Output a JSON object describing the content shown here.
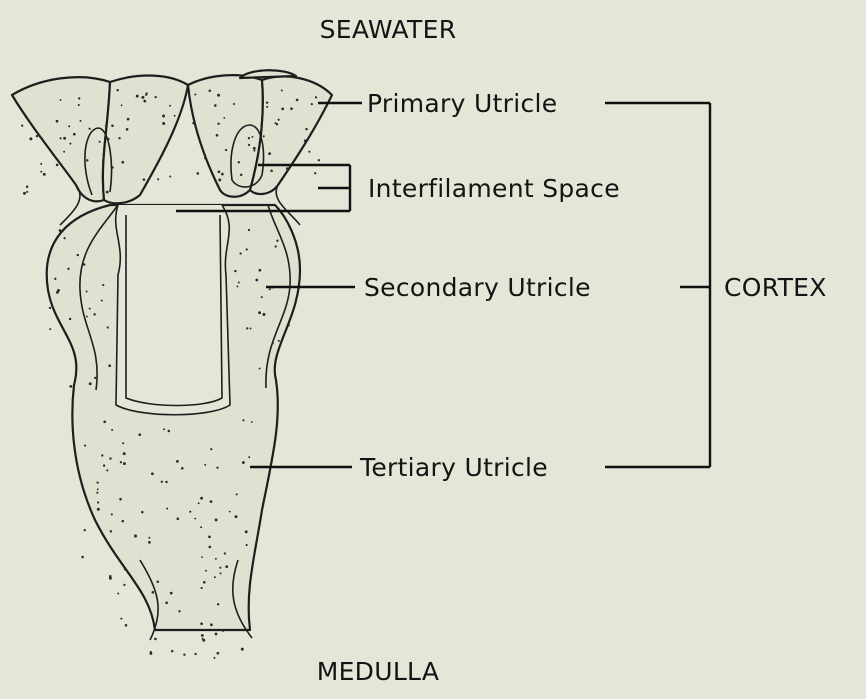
{
  "labels": {
    "top": "SEAWATER",
    "bottom": "MEDULLA",
    "primary": "Primary Utricle",
    "interfilament": "Interfilament Space",
    "secondary": "Secondary Utricle",
    "tertiary": "Tertiary Utricle",
    "group": "CORTEX"
  }
}
